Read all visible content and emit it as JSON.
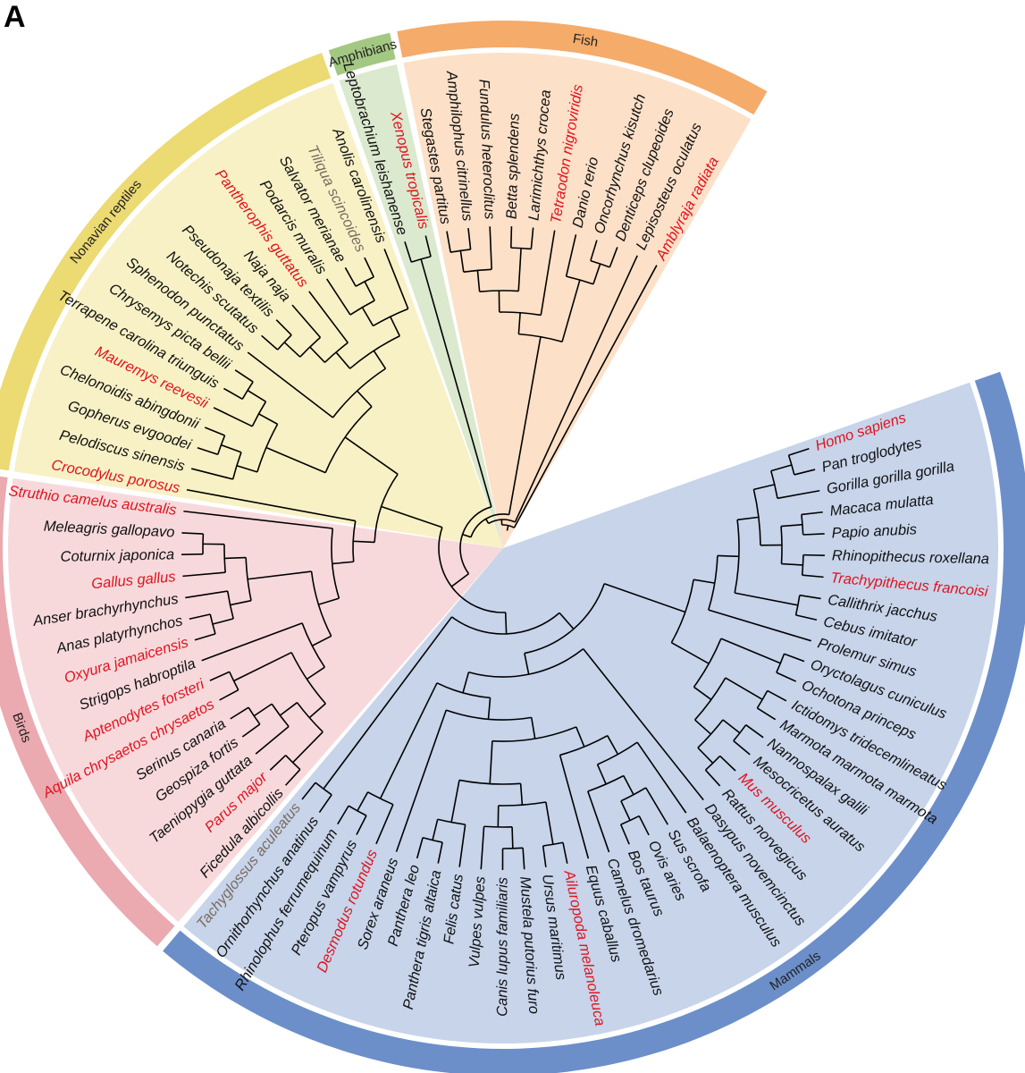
{
  "panel_label": "A",
  "colors": {
    "highlight": "#e0141e",
    "muted": "#7a6b60",
    "normal": "#111111",
    "branch": "#000000"
  },
  "clades": [
    {
      "name": "Birds",
      "ring": "#eaaab0",
      "fill": "#f7d9dc"
    },
    {
      "name": "Nonavian reptiles",
      "ring": "#ecda72",
      "fill": "#f8f1c6"
    },
    {
      "name": "Amphibians",
      "ring": "#a3c882",
      "fill": "#dbe9cf"
    },
    {
      "name": "Fish",
      "ring": "#f5ab6a",
      "fill": "#fce0c8"
    },
    {
      "name": "Mammals",
      "ring": "#6c8fca",
      "fill": "#c7d4ea"
    }
  ],
  "taxa": [
    {
      "name": "Homo sapiens",
      "style": "highlight",
      "clade": "Mammals"
    },
    {
      "name": "Pan troglodytes",
      "style": "normal",
      "clade": "Mammals"
    },
    {
      "name": "Gorilla gorilla gorilla",
      "style": "normal",
      "clade": "Mammals"
    },
    {
      "name": "Macaca mulatta",
      "style": "normal",
      "clade": "Mammals"
    },
    {
      "name": "Papio anubis",
      "style": "normal",
      "clade": "Mammals"
    },
    {
      "name": "Rhinopithecus roxellana",
      "style": "normal",
      "clade": "Mammals"
    },
    {
      "name": "Trachypithecus francoisi",
      "style": "highlight",
      "clade": "Mammals"
    },
    {
      "name": "Callithrix jacchus",
      "style": "normal",
      "clade": "Mammals"
    },
    {
      "name": "Cebus imitator",
      "style": "normal",
      "clade": "Mammals"
    },
    {
      "name": "Prolemur simus",
      "style": "normal",
      "clade": "Mammals"
    },
    {
      "name": "Oryctolagus cuniculus",
      "style": "normal",
      "clade": "Mammals"
    },
    {
      "name": "Ochotona princeps",
      "style": "normal",
      "clade": "Mammals"
    },
    {
      "name": "Ictidomys tridecemlineatus",
      "style": "normal",
      "clade": "Mammals"
    },
    {
      "name": "Marmota marmota marmota",
      "style": "normal",
      "clade": "Mammals"
    },
    {
      "name": "Nannospalax galili",
      "style": "normal",
      "clade": "Mammals"
    },
    {
      "name": "Mesocricetus auratus",
      "style": "normal",
      "clade": "Mammals"
    },
    {
      "name": "Mus musculus",
      "style": "highlight",
      "clade": "Mammals"
    },
    {
      "name": "Rattus norvegicus",
      "style": "normal",
      "clade": "Mammals"
    },
    {
      "name": "Dasypus novemcinctus",
      "style": "normal",
      "clade": "Mammals"
    },
    {
      "name": "Balaenoptera musculus",
      "style": "normal",
      "clade": "Mammals"
    },
    {
      "name": "Sus scrofa",
      "style": "normal",
      "clade": "Mammals"
    },
    {
      "name": "Ovis aries",
      "style": "normal",
      "clade": "Mammals"
    },
    {
      "name": "Bos taurus",
      "style": "normal",
      "clade": "Mammals"
    },
    {
      "name": "Camelus dromedarius",
      "style": "normal",
      "clade": "Mammals"
    },
    {
      "name": "Equus caballus",
      "style": "normal",
      "clade": "Mammals"
    },
    {
      "name": "Ailuropoda melanoleuca",
      "style": "highlight",
      "clade": "Mammals"
    },
    {
      "name": "Ursus maritimus",
      "style": "normal",
      "clade": "Mammals"
    },
    {
      "name": "Mustela putorius furo",
      "style": "normal",
      "clade": "Mammals"
    },
    {
      "name": "Canis lupus familiaris",
      "style": "normal",
      "clade": "Mammals"
    },
    {
      "name": "Vulpes vulpes",
      "style": "normal",
      "clade": "Mammals"
    },
    {
      "name": "Felis catus",
      "style": "normal",
      "clade": "Mammals"
    },
    {
      "name": "Panthera tigris altaica",
      "style": "normal",
      "clade": "Mammals"
    },
    {
      "name": "Panthera leo",
      "style": "normal",
      "clade": "Mammals"
    },
    {
      "name": "Sorex araneus",
      "style": "normal",
      "clade": "Mammals"
    },
    {
      "name": "Desmodus rotundus",
      "style": "highlight",
      "clade": "Mammals"
    },
    {
      "name": "Pteropus vampyrus",
      "style": "normal",
      "clade": "Mammals"
    },
    {
      "name": "Rhinolophus ferrumequinum",
      "style": "normal",
      "clade": "Mammals"
    },
    {
      "name": "Ornithorhynchus anatinus",
      "style": "normal",
      "clade": "Mammals"
    },
    {
      "name": "Tachyglossus aculeatus",
      "style": "muted",
      "clade": "Mammals"
    },
    {
      "name": "Ficedula albicollis",
      "style": "normal",
      "clade": "Birds"
    },
    {
      "name": "Parus major",
      "style": "highlight",
      "clade": "Birds"
    },
    {
      "name": "Taeniopygia guttata",
      "style": "normal",
      "clade": "Birds"
    },
    {
      "name": "Geospiza fortis",
      "style": "normal",
      "clade": "Birds"
    },
    {
      "name": "Serinus canaria",
      "style": "normal",
      "clade": "Birds"
    },
    {
      "name": "Aquila chrysaetos chrysaetos",
      "style": "highlight",
      "clade": "Birds"
    },
    {
      "name": "Aptenodytes forsteri",
      "style": "highlight",
      "clade": "Birds"
    },
    {
      "name": "Strigops habroptila",
      "style": "normal",
      "clade": "Birds"
    },
    {
      "name": "Oxyura jamaicensis",
      "style": "highlight",
      "clade": "Birds"
    },
    {
      "name": "Anas platyrhynchos",
      "style": "normal",
      "clade": "Birds"
    },
    {
      "name": "Anser brachyrhynchus",
      "style": "normal",
      "clade": "Birds"
    },
    {
      "name": "Gallus gallus",
      "style": "highlight",
      "clade": "Birds"
    },
    {
      "name": "Coturnix japonica",
      "style": "normal",
      "clade": "Birds"
    },
    {
      "name": "Meleagris gallopavo",
      "style": "normal",
      "clade": "Birds"
    },
    {
      "name": "Struthio camelus australis",
      "style": "highlight",
      "clade": "Birds"
    },
    {
      "name": "Crocodylus porosus",
      "style": "highlight",
      "clade": "Nonavian reptiles"
    },
    {
      "name": "Pelodiscus sinensis",
      "style": "normal",
      "clade": "Nonavian reptiles"
    },
    {
      "name": "Gopherus evgoodei",
      "style": "normal",
      "clade": "Nonavian reptiles"
    },
    {
      "name": "Chelonoidis abingdonii",
      "style": "normal",
      "clade": "Nonavian reptiles"
    },
    {
      "name": "Mauremys reevesii",
      "style": "highlight",
      "clade": "Nonavian reptiles"
    },
    {
      "name": "Terrapene carolina triunguis",
      "style": "normal",
      "clade": "Nonavian reptiles"
    },
    {
      "name": "Chrysemys picta bellii",
      "style": "normal",
      "clade": "Nonavian reptiles"
    },
    {
      "name": "Sphenodon punctatus",
      "style": "normal",
      "clade": "Nonavian reptiles"
    },
    {
      "name": "Notechis scutatus",
      "style": "normal",
      "clade": "Nonavian reptiles"
    },
    {
      "name": "Pseudonaja textilis",
      "style": "normal",
      "clade": "Nonavian reptiles"
    },
    {
      "name": "Naja naja",
      "style": "normal",
      "clade": "Nonavian reptiles"
    },
    {
      "name": "Pantherophis guttatus",
      "style": "highlight",
      "clade": "Nonavian reptiles"
    },
    {
      "name": "Podarcis muralis",
      "style": "normal",
      "clade": "Nonavian reptiles"
    },
    {
      "name": "Salvator merianae",
      "style": "normal",
      "clade": "Nonavian reptiles"
    },
    {
      "name": "Tiliqua scincoides",
      "style": "muted",
      "clade": "Nonavian reptiles"
    },
    {
      "name": "Anolis carolinensis",
      "style": "normal",
      "clade": "Nonavian reptiles"
    },
    {
      "name": "Leptobrachium leishanense",
      "style": "normal",
      "clade": "Amphibians"
    },
    {
      "name": "Xenopus tropicalis",
      "style": "highlight",
      "clade": "Amphibians"
    },
    {
      "name": "Stegastes partitus",
      "style": "normal",
      "clade": "Fish"
    },
    {
      "name": "Amphilophus citrinellus",
      "style": "normal",
      "clade": "Fish"
    },
    {
      "name": "Fundulus heteroclitus",
      "style": "normal",
      "clade": "Fish"
    },
    {
      "name": "Betta splendens",
      "style": "normal",
      "clade": "Fish"
    },
    {
      "name": "Larimichthys crocea",
      "style": "normal",
      "clade": "Fish"
    },
    {
      "name": "Tetraodon nigroviridis",
      "style": "highlight",
      "clade": "Fish"
    },
    {
      "name": "Danio rerio",
      "style": "normal",
      "clade": "Fish"
    },
    {
      "name": "Oncorhynchus kisutch",
      "style": "normal",
      "clade": "Fish"
    },
    {
      "name": "Denticeps clupeoides",
      "style": "normal",
      "clade": "Fish"
    },
    {
      "name": "Lepisosteus oculatus",
      "style": "normal",
      "clade": "Fish"
    },
    {
      "name": "Amblyraja radiata",
      "style": "highlight",
      "clade": "Fish"
    }
  ]
}
